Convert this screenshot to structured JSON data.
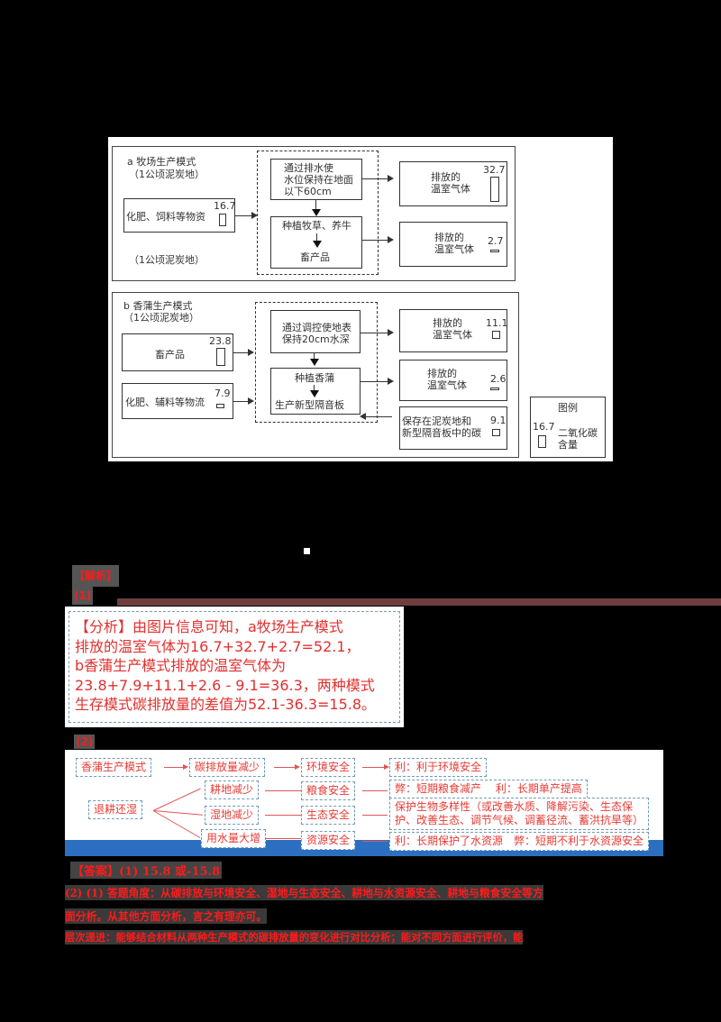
{
  "figure": {
    "panel_a": {
      "title": "a 牧场生产模式",
      "subtitle": "（1公顷泥炭地）",
      "subtitle_bottom": "（1公顷泥炭地）",
      "input_box": {
        "label": "化肥、饲料等物资",
        "value": "16.7"
      },
      "process_top": [
        "通过排水使",
        "水位保持在地面",
        "以下60cm"
      ],
      "process_bottom_1": "种植牧草、养牛",
      "process_bottom_2": "畜产品",
      "output_1": {
        "label_1": "排放的",
        "label_2": "温室气体",
        "value": "32.7"
      },
      "output_2": {
        "label_1": "排放的",
        "label_2": "温室气体",
        "value": "2.7"
      }
    },
    "panel_b": {
      "title": "b 香蒲生产模式",
      "subtitle": "（1公顷泥炭地）",
      "input_1": {
        "label": "畜产品",
        "value": "23.8"
      },
      "input_2": {
        "label": "化肥、辅料等物流",
        "value": "7.9"
      },
      "process_top": [
        "通过调控使地表",
        "保持20cm水深"
      ],
      "process_bottom_1": "种植香蒲",
      "process_bottom_2": "生产新型隔音板",
      "output_1": {
        "label_1": "排放的",
        "label_2": "温室气体",
        "value": "11.1"
      },
      "output_2": {
        "label_1": "排放的",
        "label_2": "温室气体",
        "value": "2.6"
      },
      "output_3": {
        "label_1": "保存在泥炭地和",
        "label_2": "新型隔音板中的碳",
        "value": "9.1"
      }
    },
    "legend": {
      "title": "图例",
      "value": "16.7",
      "label_1": "二氧化碳",
      "label_2": "含量"
    }
  },
  "answer": {
    "section_tag": "【解析】",
    "q1_tag": "(1)",
    "analysis_lines": [
      "【分析】由图片信息可知，a牧场生产模式",
      "排放的温室气体为16.7+32.7+2.7=52.1，",
      "b香蒲生产模式排放的温室气体为",
      "23.8+7.9+11.1+2.6 - 9.1=36.3，两种模式",
      "生存模式碳排放量的差值为52.1-36.3=15.8。"
    ],
    "q2_tag": "(2)",
    "flow": {
      "source_1": "香蒲生产模式",
      "source_2": "退耕还湿",
      "mid": [
        "碳排放量减少",
        "耕地减少",
        "湿地减少",
        "用水量大增"
      ],
      "safety": [
        "环境安全",
        "粮食安全",
        "生态安全",
        "资源安全"
      ],
      "results": [
        "利：利于环境安全",
        "弊：短期粮食减产　 利：长期单产提高",
        "保护生物多样性（或改善水质、降解污染、生态保",
        "护、改善生态、调节气候、调蓄径流、蓄洪抗旱等）",
        "利：长期保护了水资源　弊：短期不利于水资源安全"
      ]
    },
    "final_answer_line": "【答案】(1) 15.8 或-15.8",
    "final_lines": [
      "(2) (1) 答题角度：从碳排放与环境安全、湿地与生态安全、耕地与水资源安全、耕地与粮食安全等方",
      "面分析。从其他方面分析，言之有理亦可。",
      "层次递进：能够结合材料从两种生产模式的碳排放量的变化进行对比分析；能对不同方面进行评价，能"
    ]
  }
}
